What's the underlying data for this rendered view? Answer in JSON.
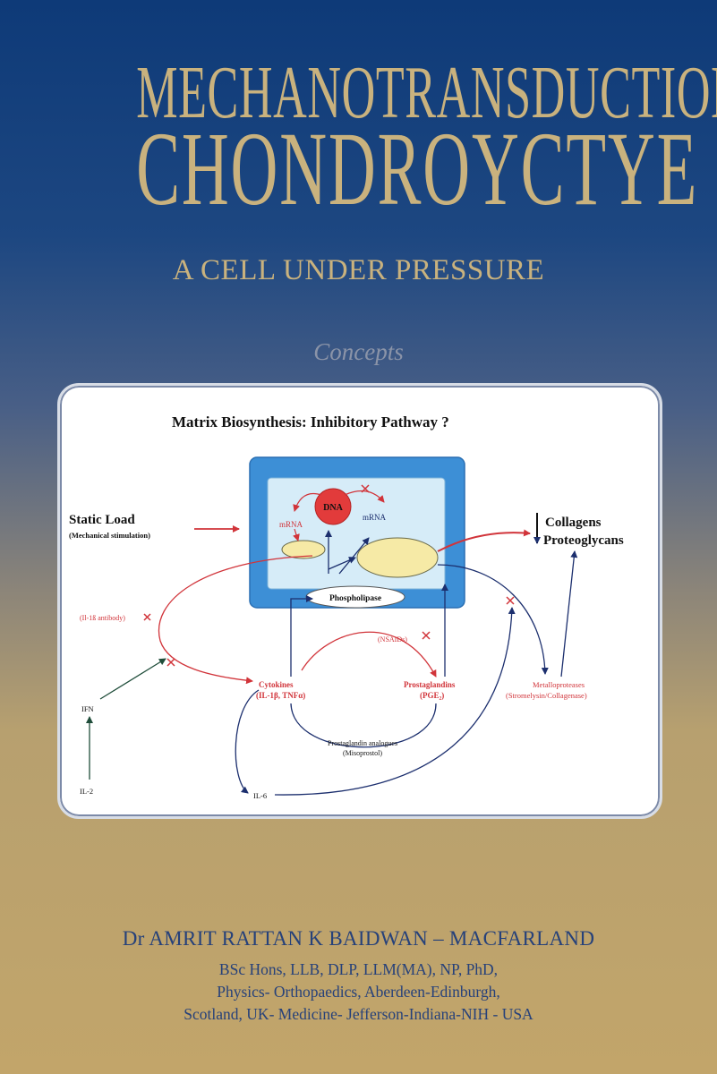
{
  "cover": {
    "title_line1": "MECHANOTRANSDUCTION –",
    "title_line2": "CHONDROYCTYE",
    "subtitle": "A CELL UNDER PRESSURE",
    "series": "Concepts",
    "author": "Dr AMRIT RATTAN K BAIDWAN – MACFARLAND",
    "credentials": [
      "BSc Hons, LLB, DLP, LLM(MA), NP, PhD,",
      "Physics- Orthopaedics, Aberdeen-Edinburgh,",
      "Scotland, UK- Medicine- Jefferson-Indiana-NIH - USA"
    ]
  },
  "diagram": {
    "title": "Matrix Biosynthesis:  Inhibitory Pathway ?",
    "static_load": "Static Load",
    "mechanical_stimulation": "(Mechanical stimulation)",
    "dna": "DNA",
    "mrna_left": "mRNA",
    "mrna_right": "mRNA",
    "collagens": "Collagens",
    "proteoglycans": "Proteoglycans",
    "phospholipase": "Phospholipase",
    "il1_antibody": "(Il-1ß antibody)",
    "nsaids": "(NSAIDs)",
    "cytokines": "Cytokines",
    "cytokines_detail": "(IL-1β, TNFα)",
    "prostaglandins": "Prostaglandins",
    "prostaglandins_detail": "(PGE₂)",
    "metalloproteases": "Metalloproteases",
    "metalloproteases_detail": "(Stromelysin/Collagenase)",
    "ifn": "IFN",
    "il2": "IL-2",
    "il6": "IL-6",
    "pg_analogues": "Prostaglandin analogues",
    "misoprostol": "(Misoprostol)",
    "colors": {
      "red": "#d1343a",
      "navy": "#1c2f6e",
      "green": "#1f4d3a",
      "cell_outer": "#3d8fd6",
      "cell_inner": "#d6ecf8",
      "yellow": "#f6eaa6"
    }
  }
}
